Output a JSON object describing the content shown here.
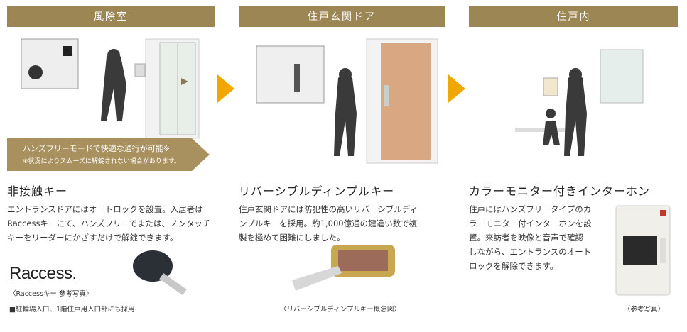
{
  "columns": [
    {
      "header": "風除室",
      "title": "非接触キー",
      "desc_lines": [
        "エントランスドアにはオートロックを設置。入居者は",
        "Raccessキーにて、ハンズフリーでまたは、ノンタッチ",
        "キーをリーダーにかざすだけで解錠できます。"
      ],
      "banner_main": "ハンズフリーモードで快適な通行が可能※",
      "banner_note": "※状況によりスムーズに解錠されない場合があります。",
      "logo_text": "Raccess.",
      "photo_caption": "〈Raccessキー 参考写真〉",
      "footnote": "■駐輪場入口、1階住戸用入口部にも採用"
    },
    {
      "header": "住戸玄関ドア",
      "title": "リバーシブルディンプルキー",
      "desc_lines": [
        "住戸玄関ドアには防犯性の高いリバーシブルディ",
        "ンプルキーを採用。約1,000億通の鍵違い数で複",
        "製を極めて困難にしました。"
      ],
      "photo_caption": "〈リバーシブルディンプルキー概念図〉"
    },
    {
      "header": "住戸内",
      "title": "カラーモニター付きインターホン",
      "desc_lines": [
        "住戸にはハンズフリータイプのカ",
        "ラーモニター付インターホンを設",
        "置。来訪者を映像と音声で確認",
        "しながら、エントランスのオート",
        "ロックを解除できます。"
      ],
      "photo_caption": "〈参考写真〉"
    }
  ],
  "colors": {
    "header_bg": "#9c8654",
    "arrow": "#f0a800",
    "banner": "#a8915e"
  }
}
